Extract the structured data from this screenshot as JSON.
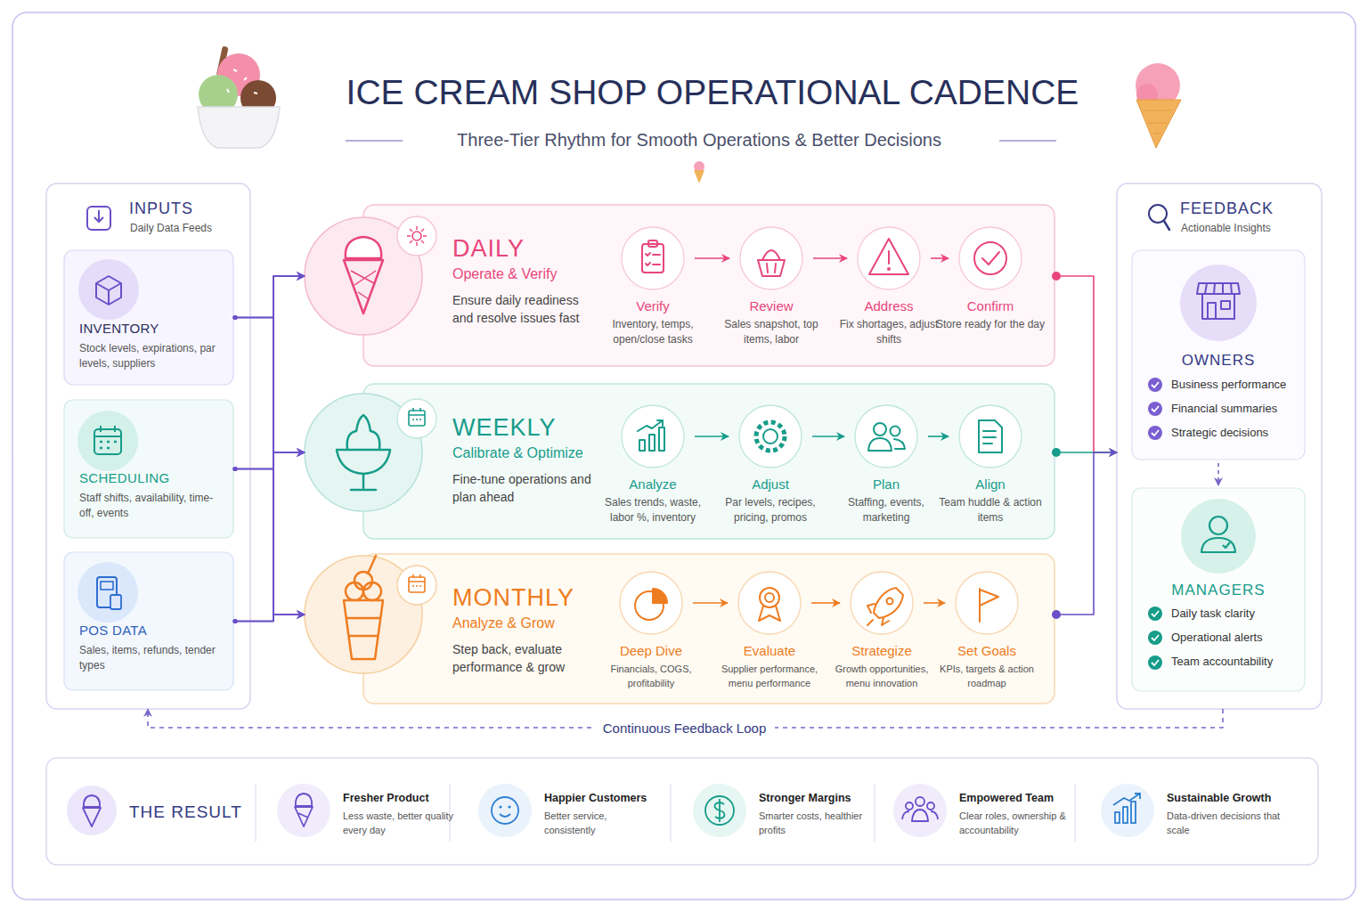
{
  "diagram": {
    "title": "ICE CREAM SHOP OPERATIONAL CADENCE",
    "nodes": [
      {
        "text": [
          "INPUTS",
          "Daily Data Feeds"
        ]
      },
      {
        "text": [
          "INVENTORY",
          "Stock levels, expirations, par levels, suppliers"
        ],
        "in": 0
      },
      {
        "text": [
          "SCHEDULING",
          "Staff shifts, availability, time-off, events"
        ],
        "in": 0
      },
      {
        "text": [
          "POS DATA",
          "Sales, items, refunds, tender types"
        ],
        "in": 0
      },
      {
        "text": [
          "DAILY",
          "Operate & Verify",
          "Ensure daily readiness and resolve issues fast"
        ]
      },
      {
        "text": [
          "Verify",
          "Inventory, temps, open/close tasks"
        ],
        "in": 4
      },
      {
        "text": [
          "Review",
          "Sales snapshot, top items, labor"
        ],
        "in": 4
      },
      {
        "text": [
          "Address",
          "Fix shortages, adjust shifts"
        ],
        "in": 4
      },
      {
        "text": [
          "Confirm",
          "Store ready for the day"
        ],
        "in": 4
      },
      {
        "text": [
          "WEEKLY",
          "Calibrate & Optimize",
          "Fine-tune operations and plan ahead"
        ]
      },
      {
        "text": [
          "Analyze",
          "Sales trends, waste, labor %, inventory"
        ],
        "in": 9
      },
      {
        "text": [
          "Adjust",
          "Par levels, recipes, pricing, promos"
        ],
        "in": 9
      },
      {
        "text": [
          "Plan",
          "Staffing, events, marketing"
        ],
        "in": 9
      },
      {
        "text": [
          "Align",
          "Team huddle & action items"
        ],
        "in": 9
      },
      {
        "text": [
          "MONTHLY",
          "Analyze & Grow",
          "Step back, evaluate performance & grow"
        ]
      },
      {
        "text": [
          "Deep Dive",
          "Financials, COGS, profitability"
        ],
        "in": 14
      },
      {
        "text": [
          "Evaluate",
          "Supplier performance, menu performance"
        ],
        "in": 14
      },
      {
        "text": [
          "Strategize",
          "Growth opportunities, menu innovation"
        ],
        "in": 14
      },
      {
        "text": [
          "Set Goals",
          "KPIs, targets & action roadmap"
        ],
        "in": 14
      },
      {
        "text": [
          "FEEDBACK",
          "Actionable Insights"
        ]
      },
      {
        "text": [
          "OWNERS",
          "Business performance",
          "Financial summaries",
          "Strategic decisions"
        ],
        "in": 19
      },
      {
        "text": [
          "MANAGERS",
          "Daily task clarity",
          "Operational alerts",
          "Team accountability"
        ],
        "in": 19
      },
      {
        "text": [
          "THE RESULT"
        ]
      },
      {
        "text": [
          "Fresher Product",
          "Less waste, better quality every day"
        ],
        "in": 22
      },
      {
        "text": [
          "Happier Customers",
          "Better service, consistently"
        ],
        "in": 22
      },
      {
        "text": [
          "Stronger Margins",
          "Smarter costs, healthier profits"
        ],
        "in": 22
      },
      {
        "text": [
          "Empowered Team",
          "Clear roles, ownership & accountability"
        ],
        "in": 22
      },
      {
        "text": [
          "Sustainable Growth",
          "Data-driven decisions that scale"
        ],
        "in": 22
      }
    ],
    "edges": [
      {
        "from": 1,
        "to": 4,
        "arrow": "to"
      },
      {
        "from": 1,
        "to": 9,
        "arrow": "to"
      },
      {
        "from": 1,
        "to": 14,
        "arrow": "to"
      },
      {
        "from": 2,
        "to": 4,
        "arrow": "to"
      },
      {
        "from": 2,
        "to": 9,
        "arrow": "to"
      },
      {
        "from": 2,
        "to": 14,
        "arrow": "to"
      },
      {
        "from": 3,
        "to": 4,
        "arrow": "to"
      },
      {
        "from": 3,
        "to": 9,
        "arrow": "to"
      },
      {
        "from": 3,
        "to": 14,
        "arrow": "to"
      },
      {
        "from": 5,
        "to": 6,
        "arrow": "to"
      },
      {
        "from": 6,
        "to": 7,
        "arrow": "to"
      },
      {
        "from": 7,
        "to": 8,
        "arrow": "to"
      },
      {
        "from": 10,
        "to": 11,
        "arrow": "to"
      },
      {
        "from": 11,
        "to": 12,
        "arrow": "to"
      },
      {
        "from": 12,
        "to": 13,
        "arrow": "to"
      },
      {
        "from": 15,
        "to": 16,
        "arrow": "to"
      },
      {
        "from": 16,
        "to": 17,
        "arrow": "to"
      },
      {
        "from": 17,
        "to": 18,
        "arrow": "to"
      },
      {
        "from": 4,
        "to": 19,
        "arrow": "to"
      },
      {
        "from": 9,
        "to": 19,
        "arrow": "to"
      },
      {
        "from": 14,
        "to": 19,
        "arrow": "to"
      },
      {
        "from": 20,
        "to": 21,
        "arrow": "to"
      },
      {
        "from": 19,
        "to": 0,
        "label": "Continuous Feedback Loop",
        "arrow": "to"
      }
    ],
    "labels": [
      "Three-Tier Rhythm for Smooth Operations & Better Decisions"
    ]
  }
}
